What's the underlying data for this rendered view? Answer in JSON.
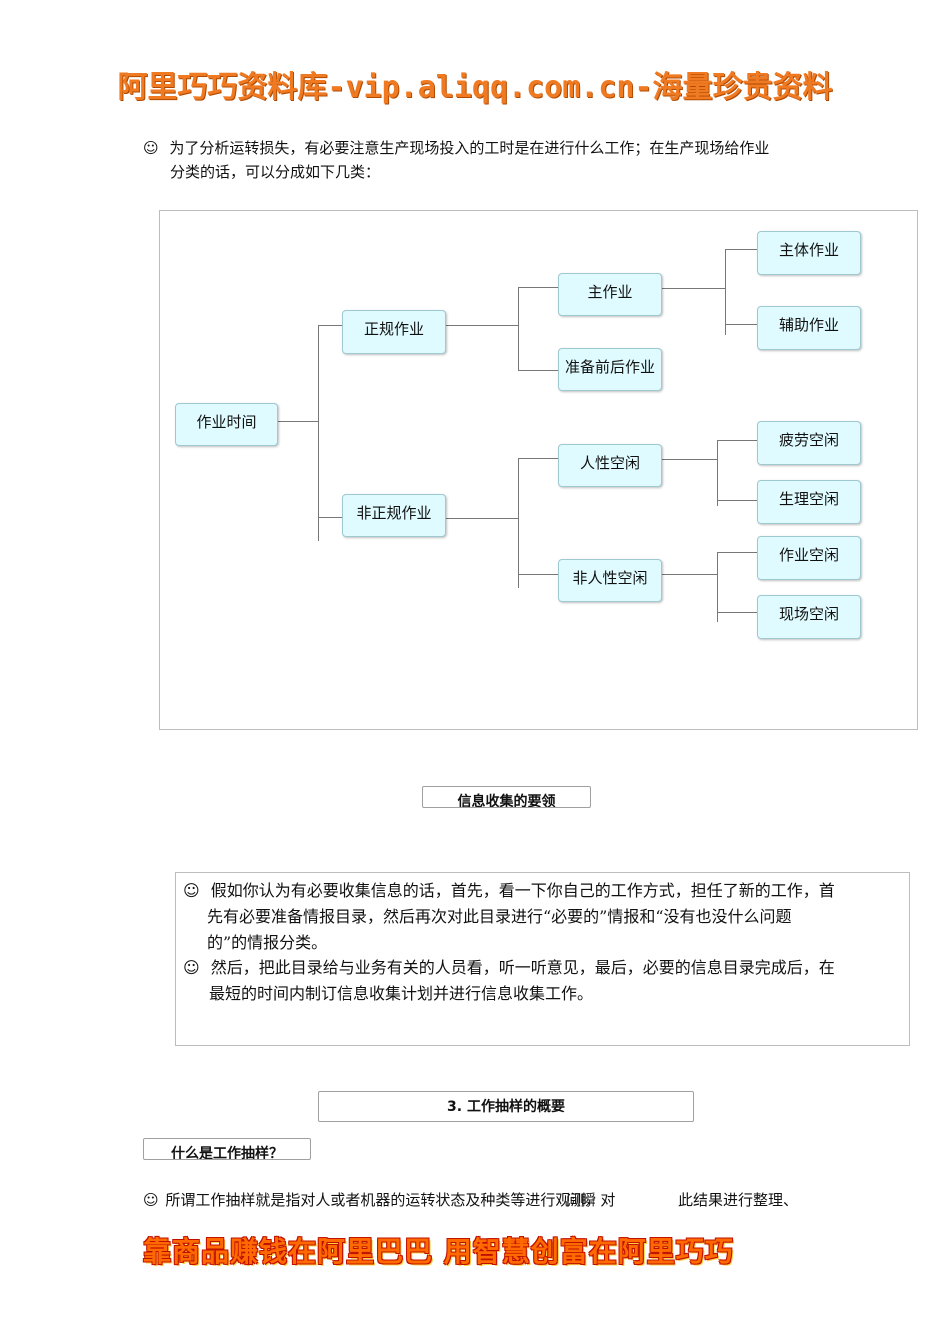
{
  "header_banner": "阿里巧巧资料库-vip.aliqq.com.cn-海量珍贵资料",
  "intro": {
    "bullet": "☺",
    "line1": "为了分析运转损失，有必要注意生产现场投入的工时是在进行什么工作；在生产现场给作业",
    "line2": "分类的话，可以分成如下几类："
  },
  "diagram": {
    "root": "作业时间",
    "regular": "正规作业",
    "irregular": "非正规作业",
    "main_work": "主作业",
    "prep_work": "准备前后作业",
    "principal": "主体作业",
    "auxiliary": "辅助作业",
    "human_idle": "人性空闲",
    "nonhuman_idle": "非人性空闲",
    "fatigue_idle": "疲劳空闲",
    "physio_idle": "生理空闲",
    "work_idle": "作业空闲",
    "site_idle": "现场空闲"
  },
  "tab_info": "信息收集的要领",
  "info_box": {
    "bullet": "☺",
    "p1_line1": "假如你认为有必要收集信息的话，首先，看一下你自己的工作方式，担任了新的工作，首",
    "p1_line2": "先有必要准备情报目录，然后再次对此目录进行“必要的”情报和“没有也没什么问题",
    "p1_line3": "的”的情报分类。",
    "p2_line1": "然后，把此目录给与业务有关的人员看，听一听意见，最后，必要的信息目录完成后，在",
    "p2_line2": "最短的时间内制订信息收集计划并进行信息收集工作。"
  },
  "section3": "3.  工作抽样的概要",
  "tab_sampling": "什么是工作抽样？",
  "last": {
    "bullet": "☺",
    "a": "所谓工作抽样就是指对人或者机器的运转状态及种类等进行观测，对",
    "overlap": "间瞬",
    "b": "此结果进行整理、"
  },
  "footer_banner": "靠商品赚钱在阿里巴巴  用智慧创富在阿里巧巧"
}
